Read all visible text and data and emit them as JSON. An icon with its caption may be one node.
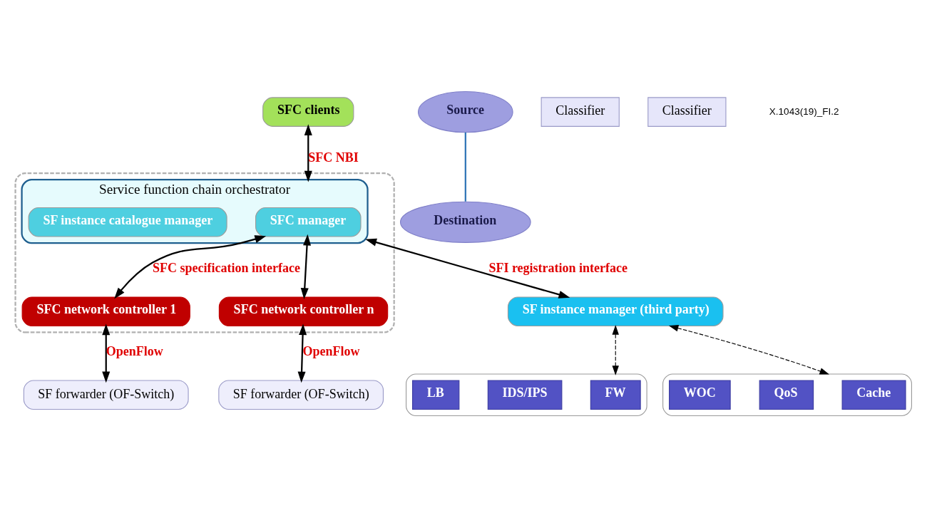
{
  "diagram": {
    "nodes": [
      {
        "text": [
          "SFC clients"
        ]
      },
      {
        "text": [],
        "shape": "box"
      },
      {
        "text": [
          "Service function chain orchestrator"
        ],
        "in": 1
      },
      {
        "text": [
          "SFC manager"
        ],
        "in": 2
      },
      {
        "text": [
          "SF instance catalogue manager"
        ],
        "in": 2
      },
      {
        "text": [
          "SF instance manager (third party)"
        ]
      },
      {
        "text": [
          "SFC network controller 1"
        ],
        "in": 1
      },
      {
        "text": [
          "SFC network controller n"
        ],
        "in": 1
      },
      {
        "text": [],
        "shape": "cloud"
      },
      {
        "text": [
          "FW"
        ],
        "in": 8
      },
      {
        "text": [
          "IDS/IPS"
        ],
        "in": 8
      },
      {
        "text": [
          "LB"
        ],
        "in": 8
      },
      {
        "text": [],
        "shape": "cloud"
      },
      {
        "text": [
          "Cache"
        ],
        "in": 12
      },
      {
        "text": [
          "QoS"
        ],
        "in": 12
      },
      {
        "text": [
          "WOC"
        ],
        "in": 12
      },
      {
        "text": [
          "Source"
        ]
      },
      {
        "text": [
          "Classifier"
        ]
      },
      {
        "text": [
          "SF forwarder (OF-Switch)"
        ]
      },
      {
        "text": [
          "Classifier"
        ]
      },
      {
        "text": [
          "SF forwarder (OF-Switch)"
        ]
      },
      {
        "text": [
          "Destination"
        ]
      }
    ],
    "edges": [
      {
        "from": 0,
        "to": 2,
        "arrow": "both",
        "label": "SFC NBI"
      },
      {
        "from": 2,
        "to": 5,
        "arrow": "both",
        "label": "SFI registration interface"
      },
      {
        "from": 3,
        "to": 6,
        "arrow": "both",
        "label": "SFC specification interface"
      },
      {
        "from": 3,
        "to": 7,
        "arrow": "both"
      },
      {
        "from": 6,
        "to": 18,
        "arrow": "both",
        "label": "OpenFlow"
      },
      {
        "from": 7,
        "to": 20,
        "arrow": "both",
        "label": "OpenFlow"
      },
      {
        "from": 5,
        "to": 8,
        "arrow": "both",
        "style": "dashed"
      },
      {
        "from": 5,
        "to": 12,
        "arrow": "both",
        "style": "dashed"
      },
      {
        "from": 16,
        "to": 21,
        "arrow": "none",
        "color": "#2e75b6"
      }
    ],
    "labels": [
      "X.1043(19)_FI.2"
    ]
  }
}
